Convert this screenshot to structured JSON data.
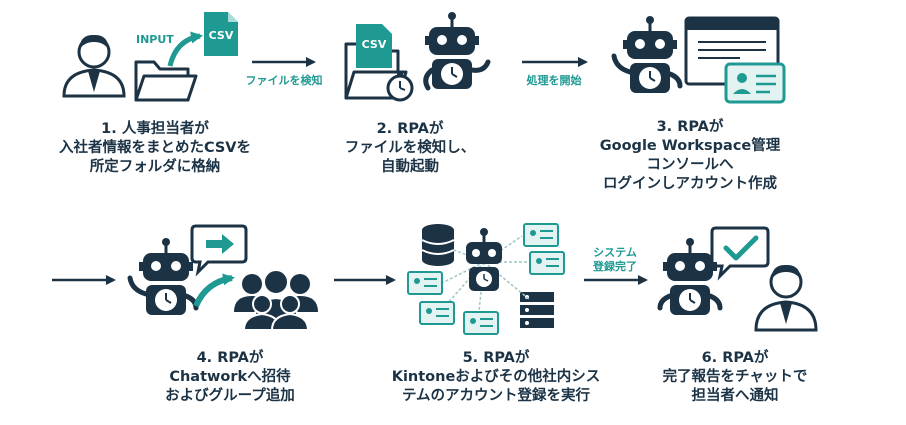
{
  "steps": [
    {
      "lines": [
        "1. 人事担当者が",
        "入社者情報をまとめたCSVを",
        "所定フォルダに格納"
      ]
    },
    {
      "lines": [
        "2. RPAが",
        "ファイルを検知し、",
        "自動起動"
      ]
    },
    {
      "lines": [
        "3. RPAが",
        "Google Workspace管理",
        "コンソールへ",
        "ログインしアカウント作成"
      ]
    },
    {
      "lines": [
        "4. RPAが",
        "Chatworkへ招待",
        "およびグループ追加"
      ]
    },
    {
      "lines": [
        "5. RPAが",
        "Kintoneおよびその他社内シス",
        "テムのアカウント登録を実行"
      ]
    },
    {
      "lines": [
        "6. RPAが",
        "完了報告をチャットで",
        "担当者へ通知"
      ]
    }
  ],
  "connectors": [
    {
      "label_lines": [
        "ファイルを検知"
      ]
    },
    {
      "label_lines": [
        "処理を開始"
      ]
    },
    {
      "label_lines": []
    },
    {
      "label_lines": []
    },
    {
      "label_lines": [
        "システム",
        "登録完了"
      ]
    }
  ],
  "icon_text": {
    "input_tag": "INPUT",
    "csv_file_1": "CSV",
    "csv_file_2": "CSV"
  },
  "colors": {
    "navy": "#1c3346",
    "teal": "#1f9a93",
    "light_teal": "#e3f3f1",
    "white": "#ffffff"
  }
}
